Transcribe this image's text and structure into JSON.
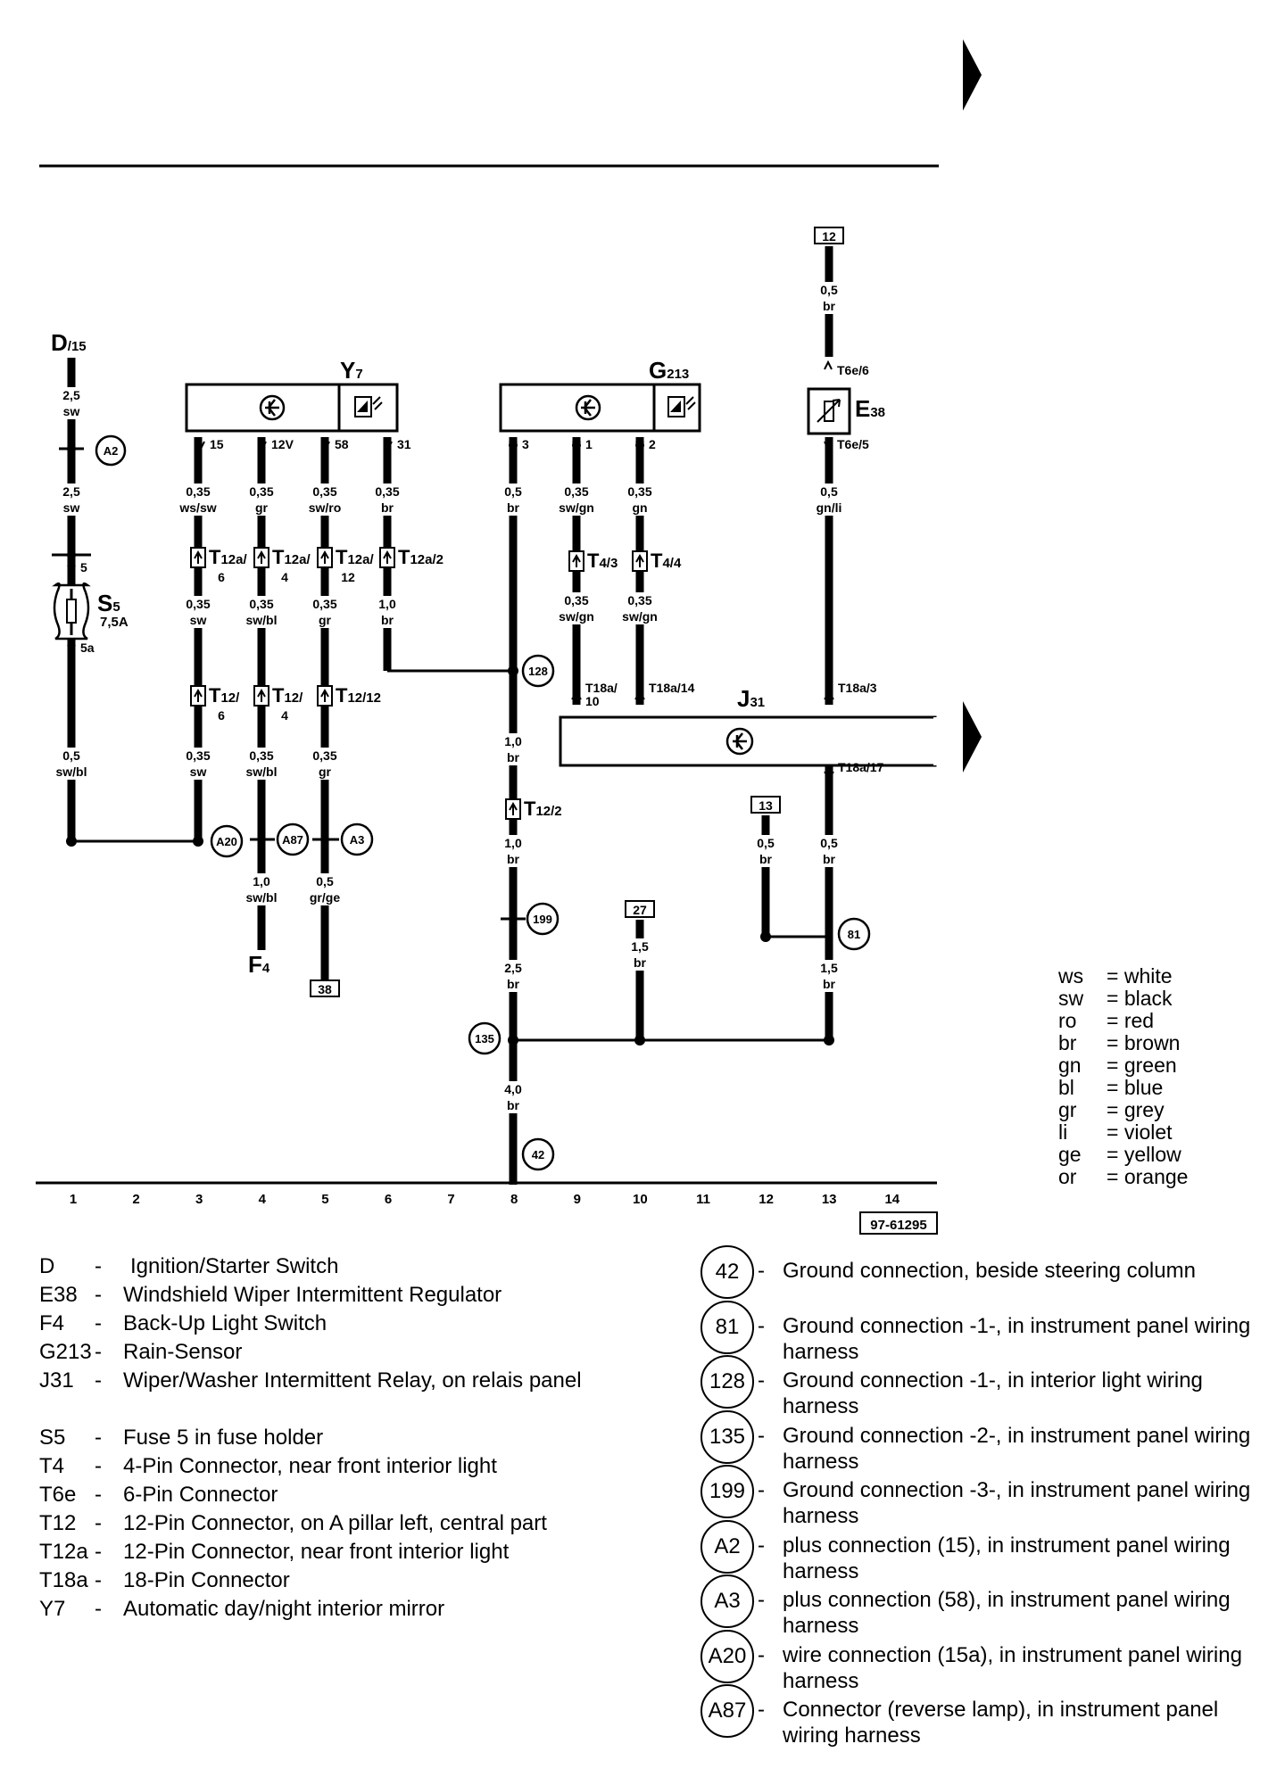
{
  "diagram": {
    "components": {
      "D": {
        "name": "D",
        "sub": "/15"
      },
      "Y7": {
        "name": "Y",
        "sub": "7"
      },
      "G213": {
        "name": "G",
        "sub": "213"
      },
      "E38": {
        "name": "E",
        "sub": "38"
      },
      "S5": {
        "name": "S",
        "sub": "5",
        "rating": "7,5A"
      },
      "J31": {
        "name": "J",
        "sub": "31"
      },
      "F4": {
        "name": "F",
        "sub": "4"
      }
    },
    "pins": {
      "y7_15": "15",
      "y7_12v": "12V",
      "y7_58": "58",
      "y7_31": "31",
      "g_3": "3",
      "g_1": "1",
      "g_2": "2",
      "s5_in": "5",
      "s5_out": "5a",
      "e38_top": "T6e/6",
      "e38_bot": "T6e/5"
    },
    "wires": {
      "w1a": [
        "2,5",
        "sw"
      ],
      "w1b": [
        "2,5",
        "sw"
      ],
      "w1c": [
        "0,5",
        "sw/bl"
      ],
      "w3a": [
        "0,35",
        "ws/sw"
      ],
      "w3b": [
        "0,35",
        "sw"
      ],
      "w3c": [
        "0,35",
        "sw"
      ],
      "w4a": [
        "0,35",
        "gr"
      ],
      "w4b": [
        "0,35",
        "sw/bl"
      ],
      "w4c": [
        "0,35",
        "sw/bl"
      ],
      "w4d": [
        "1,0",
        "sw/bl"
      ],
      "w5a": [
        "0,35",
        "sw/ro"
      ],
      "w5b": [
        "0,35",
        "gr"
      ],
      "w5c": [
        "0,35",
        "gr"
      ],
      "w5d": [
        "0,5",
        "gr/ge"
      ],
      "w6a": [
        "0,35",
        "br"
      ],
      "w6b": [
        "1,0",
        "br"
      ],
      "w8a": [
        "0,5",
        "br"
      ],
      "w8b": [
        "1,0",
        "br"
      ],
      "w8c": [
        "1,0",
        "br"
      ],
      "w8d": [
        "2,5",
        "br"
      ],
      "w8e": [
        "4,0",
        "br"
      ],
      "w9a": [
        "0,35",
        "sw/gn"
      ],
      "w9b": [
        "0,35",
        "sw/gn"
      ],
      "w10a": [
        "0,35",
        "gn"
      ],
      "w10b": [
        "0,35",
        "sw/gn"
      ],
      "w10c": [
        "1,5",
        "br"
      ],
      "w12a": [
        "0,5",
        "br"
      ],
      "w13a": [
        "0,5",
        "br"
      ],
      "w13b": [
        "0,5",
        "gn/li"
      ],
      "w13c": [
        "0,5",
        "br"
      ],
      "w13d": [
        "1,5",
        "br"
      ]
    },
    "connectors": {
      "t12a6": [
        "T12a/",
        "6"
      ],
      "t12a4": [
        "T12a/",
        "4"
      ],
      "t12a12": [
        "T12a/",
        "12"
      ],
      "t12a2": [
        "T12a/2",
        ""
      ],
      "t12_6": [
        "T12/",
        "6"
      ],
      "t12_4": [
        "T12/",
        "4"
      ],
      "t12_12": [
        "T12/12",
        ""
      ],
      "t43": [
        "T4/3",
        ""
      ],
      "t44": [
        "T4/4",
        ""
      ],
      "t122": [
        "T12/2",
        ""
      ],
      "t18a10": [
        "T18a/",
        "10"
      ],
      "t18a14": [
        "T18a/14",
        ""
      ],
      "t18a3": [
        "T18a/3",
        ""
      ],
      "t18a17": [
        "T18a/17",
        ""
      ]
    },
    "grounds": [
      "A2",
      "128",
      "A20",
      "A87",
      "A3",
      "199",
      "81",
      "135",
      "42"
    ],
    "refs": [
      "12",
      "13",
      "27",
      "38"
    ],
    "grid": [
      "1",
      "2",
      "3",
      "4",
      "5",
      "6",
      "7",
      "8",
      "9",
      "10",
      "11",
      "12",
      "13",
      "14"
    ],
    "doc_number": "97-61295"
  },
  "color_key": [
    {
      "code": "ws",
      "name": "white"
    },
    {
      "code": "sw",
      "name": "black"
    },
    {
      "code": "ro",
      "name": "red"
    },
    {
      "code": "br",
      "name": "brown"
    },
    {
      "code": "gn",
      "name": "green"
    },
    {
      "code": "bl",
      "name": "blue"
    },
    {
      "code": "gr",
      "name": "grey"
    },
    {
      "code": "li",
      "name": "violet"
    },
    {
      "code": "ge",
      "name": "yellow"
    },
    {
      "code": "or",
      "name": "orange"
    }
  ],
  "legend": [
    {
      "code": "D",
      "desc": "Ignition/Starter Switch"
    },
    {
      "code": "E38",
      "desc": "Windshield Wiper Intermittent Regulator"
    },
    {
      "code": "F4",
      "desc": "Back-Up Light Switch"
    },
    {
      "code": "G213",
      "desc": "Rain-Sensor"
    },
    {
      "code": "J31",
      "desc": "Wiper/Washer Intermittent Relay, on relais panel"
    },
    {
      "code": "S5",
      "desc": "Fuse 5 in fuse holder"
    },
    {
      "code": "T4",
      "desc": "4-Pin Connector, near front interior light"
    },
    {
      "code": "T6e",
      "desc": "6-Pin Connector"
    },
    {
      "code": "T12",
      "desc": "12-Pin Connector, on A pillar left, central part"
    },
    {
      "code": "T12a",
      "desc": "12-Pin Connector, near front interior light"
    },
    {
      "code": "T18a",
      "desc": "18-Pin Connector"
    },
    {
      "code": "Y7",
      "desc": "Automatic day/night interior mirror"
    }
  ],
  "ground_legend": [
    {
      "id": "42",
      "desc": "Ground connection, beside steering column"
    },
    {
      "id": "81",
      "desc": "Ground connection -1-, in instrument panel wiring harness"
    },
    {
      "id": "128",
      "desc": "Ground connection -1-, in interior light wiring harness"
    },
    {
      "id": "135",
      "desc": "Ground connection -2-, in instrument panel wiring harness"
    },
    {
      "id": "199",
      "desc": "Ground connection -3-, in instrument panel wiring harness"
    },
    {
      "id": "A2",
      "desc": "plus connection (15), in instrument panel wiring harness"
    },
    {
      "id": "A3",
      "desc": "plus connection (58), in instrument panel wiring harness"
    },
    {
      "id": "A20",
      "desc": "wire connection (15a), in instrument panel wiring harness"
    },
    {
      "id": "A87",
      "desc": "Connector (reverse lamp), in instrument panel wiring harness"
    }
  ]
}
